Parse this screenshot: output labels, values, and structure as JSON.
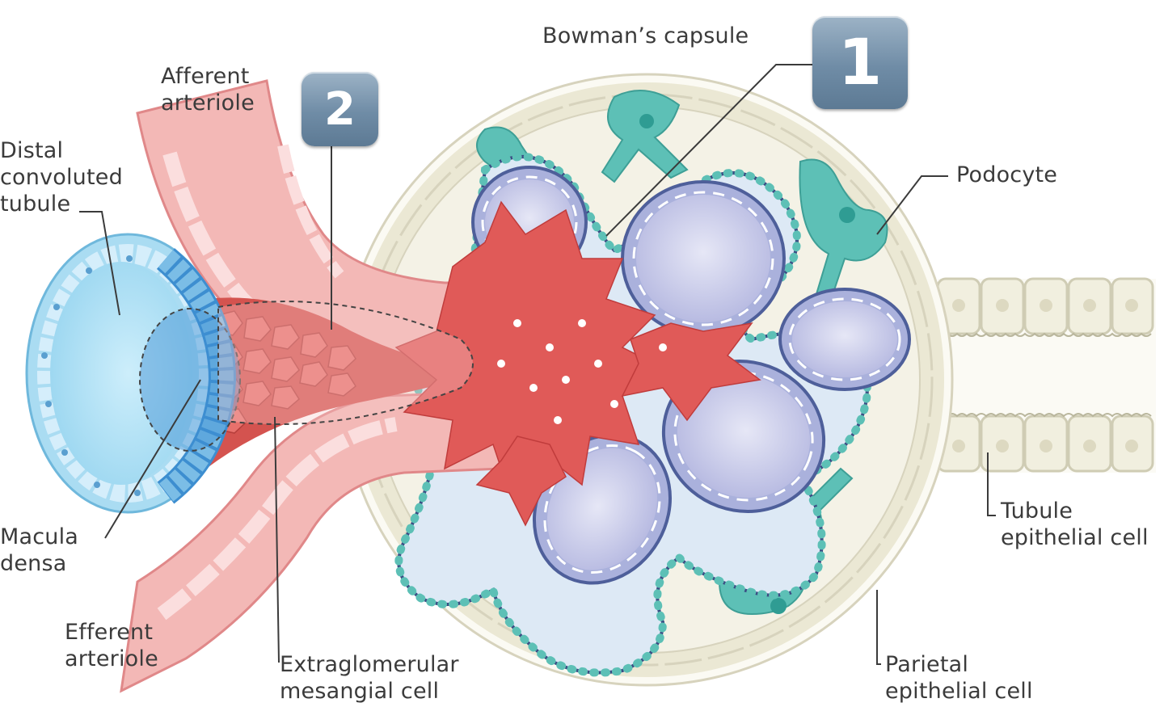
{
  "labels": {
    "bowmans_capsule": "Bowman’s capsule",
    "afferent_arteriole": "Afferent\narteriole",
    "distal_convoluted_tubule": "Distal\nconvoluted\ntubule",
    "podocyte": "Podocyte",
    "macula_densa": "Macula\ndensa",
    "tubule_epithelial_cell": "Tubule\nepithelial cell",
    "efferent_arteriole": "Efferent\narteriole",
    "extraglomerular_mesangial_cell": "Extraglomerular\nmesangial cell",
    "parietal_epithelial_cell": "Parietal\nepithelial cell"
  },
  "badges": {
    "one": "1",
    "two": "2"
  },
  "colors": {
    "vessel": "#f3b1b0",
    "vessel_edge": "#e07c7e",
    "mesangial": "#e05555",
    "podocyte": "#4fb5ad",
    "capillary": "#c4c6e8",
    "capillary_edge": "#4e5f9a",
    "tubule": "#8fd0ec",
    "capsule": "#f3f1e6",
    "badge": "#7590a8"
  }
}
